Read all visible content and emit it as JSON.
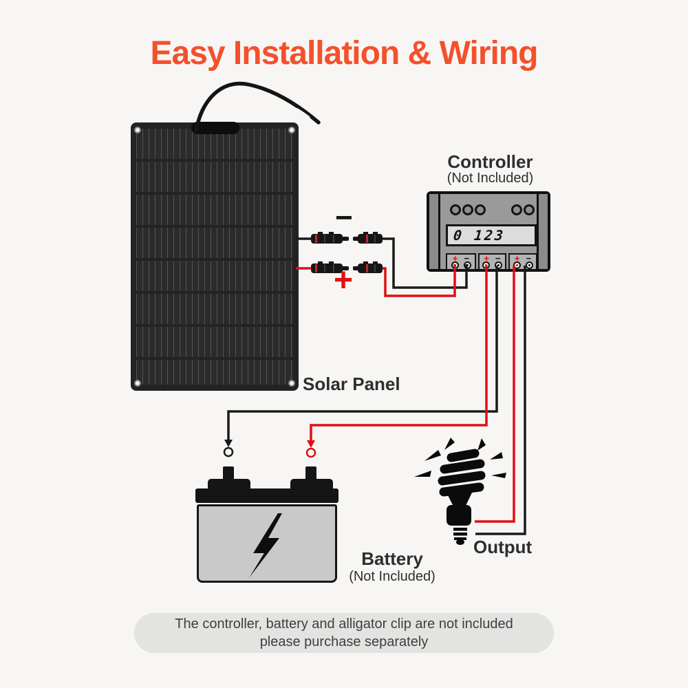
{
  "title": "Easy Installation & Wiring",
  "solar_panel": {
    "label": "Solar Panel"
  },
  "controller": {
    "label": "Controller",
    "sublabel": "(Not Included)",
    "display": "0 123",
    "terminals": [
      {
        "plus": "+",
        "minus": "−"
      },
      {
        "plus": "+",
        "minus": "−"
      },
      {
        "plus": "+",
        "minus": "−"
      }
    ]
  },
  "wiring": {
    "minus_label": "−",
    "plus_label": "+"
  },
  "battery": {
    "label": "Battery",
    "sublabel": "(Not Included)"
  },
  "output": {
    "label": "Output"
  },
  "note": {
    "line1": "The controller, battery and alligator clip are not included",
    "line2": "please purchase separately"
  },
  "colors": {
    "accent_orange": "#F4502B",
    "wire_red": "#E10F12",
    "wire_black": "#1A1A1A",
    "background": "#F7F6F4"
  },
  "icons": {
    "battery_symbol": "lightning-bolt-icon",
    "output_symbol": "cfl-bulb-icon",
    "bulb_glow": "light-rays-icon",
    "connectors": "mc4-connector-icon"
  }
}
